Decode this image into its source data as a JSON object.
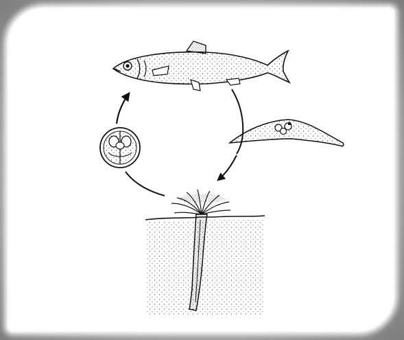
{
  "diagram": {
    "stages": [
      {
        "name": "fish-host",
        "label": ""
      },
      {
        "name": "spore-stage",
        "label": ""
      },
      {
        "name": "worm-host",
        "label": ""
      },
      {
        "name": "sporoplasm-stage",
        "label": ""
      }
    ],
    "colors": {
      "ink": "#111111",
      "paper": "#ffffff",
      "frame": "#8f8f8f"
    }
  }
}
